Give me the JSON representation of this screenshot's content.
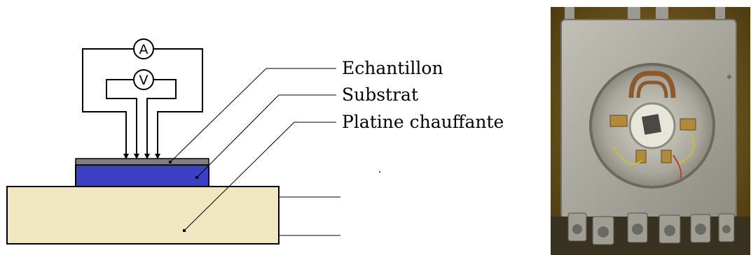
{
  "meters": {
    "ammeter": "A",
    "voltmeter": "V"
  },
  "labels": {
    "sample": "Echantillon",
    "substrate": "Substrat",
    "heating_stage": "Platine chauffante"
  },
  "colors": {
    "sample_layer": "#7f7f7f",
    "substrate": "#3a3fc6",
    "heating_stage": "#f0e6bf",
    "photo_housing": "#a6a49a",
    "photo_background": "#6b5319"
  }
}
